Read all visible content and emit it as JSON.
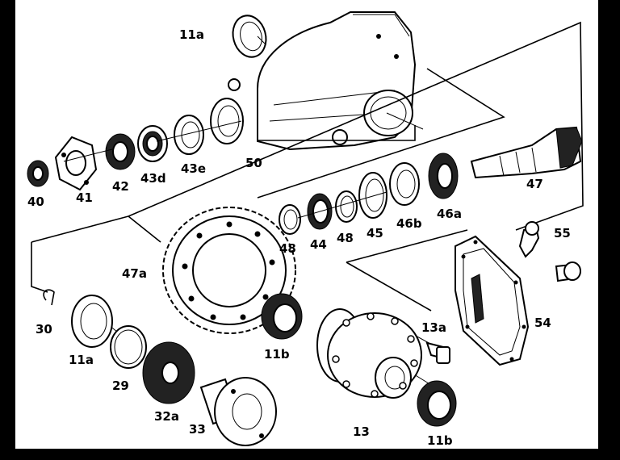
{
  "diagram": {
    "labels": {
      "l11a_top": "11a",
      "l50": "50",
      "l40": "40",
      "l41": "41",
      "l42": "42",
      "l43d": "43d",
      "l43e": "43e",
      "l47": "47",
      "l46a": "46a",
      "l46b": "46b",
      "l45": "45",
      "l48a": "48",
      "l44": "44",
      "l48b": "48",
      "l47a": "47a",
      "l55": "55",
      "l30": "30",
      "l11a_bottom": "11a",
      "l29": "29",
      "l32a": "32a",
      "l33": "33",
      "l11b_mid": "11b",
      "l13": "13",
      "l13a": "13a",
      "l11b_bottom": "11b",
      "l54": "54"
    }
  }
}
